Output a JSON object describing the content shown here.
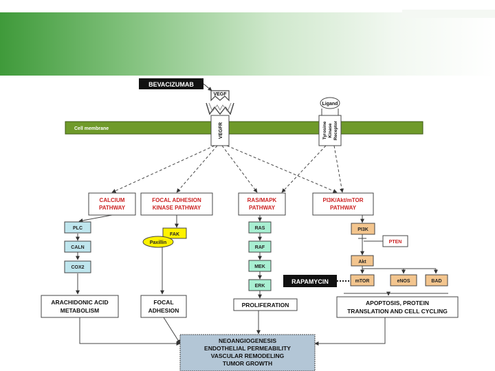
{
  "diagram": {
    "bevacizumab": "BEVACIZUMAB",
    "vegf": "VEGF",
    "vegfr": "VEGFR",
    "ligand": "Ligand",
    "rtk": [
      "Tyrosine",
      "Kinase",
      "Receptor"
    ],
    "cell_membrane": "Cell membrane",
    "pathways": {
      "calcium": [
        "CALCIUM",
        "PATHWAY"
      ],
      "fak": [
        "FOCAL ADHESION",
        "KINASE PATHWAY"
      ],
      "ras": [
        "RAS/MAPK",
        "PATHWAY"
      ],
      "pi3k": [
        "PI3K/Akt/mTOR",
        "PATHWAY"
      ]
    },
    "nodes": {
      "plc": "PLC",
      "caln": "CALN",
      "cox2": "COX2",
      "fak": "FAK",
      "paxillin": "Paxillin",
      "ras": "RAS",
      "raf": "RAF",
      "mek": "MEK",
      "erk": "ERK",
      "pi3k": "PI3K",
      "pten": "PTEN",
      "akt": "Akt",
      "rapamycin": "RAPAMYCIN",
      "mtor": "mTOR",
      "enos": "eNOS",
      "bad": "BAD"
    },
    "outcomes": {
      "arachidonic": [
        "ARACHIDONIC ACID",
        "METABOLISM"
      ],
      "focal_adhesion": [
        "FOCAL",
        "ADHESION"
      ],
      "proliferation": "PROLIFERATION",
      "apoptosis": [
        "APOPTOSIS, PROTEIN",
        "TRANSLATION AND CELL CYCLING"
      ]
    },
    "final": [
      "NEOANGIOGENESIS",
      "ENDOTHELIAL PERMEABILITY",
      "VASCULAR REMODELING",
      "TUMOR GROWTH"
    ]
  },
  "colors": {
    "red_text": "#cc2222",
    "membrane": "#6f9a2a",
    "plc_fill": "#bfe6ee",
    "fak_fill": "#fff200",
    "ras_fill": "#a8efd2",
    "pi3k_fill": "#f3c58e",
    "final_fill": "#b3c6d6"
  }
}
